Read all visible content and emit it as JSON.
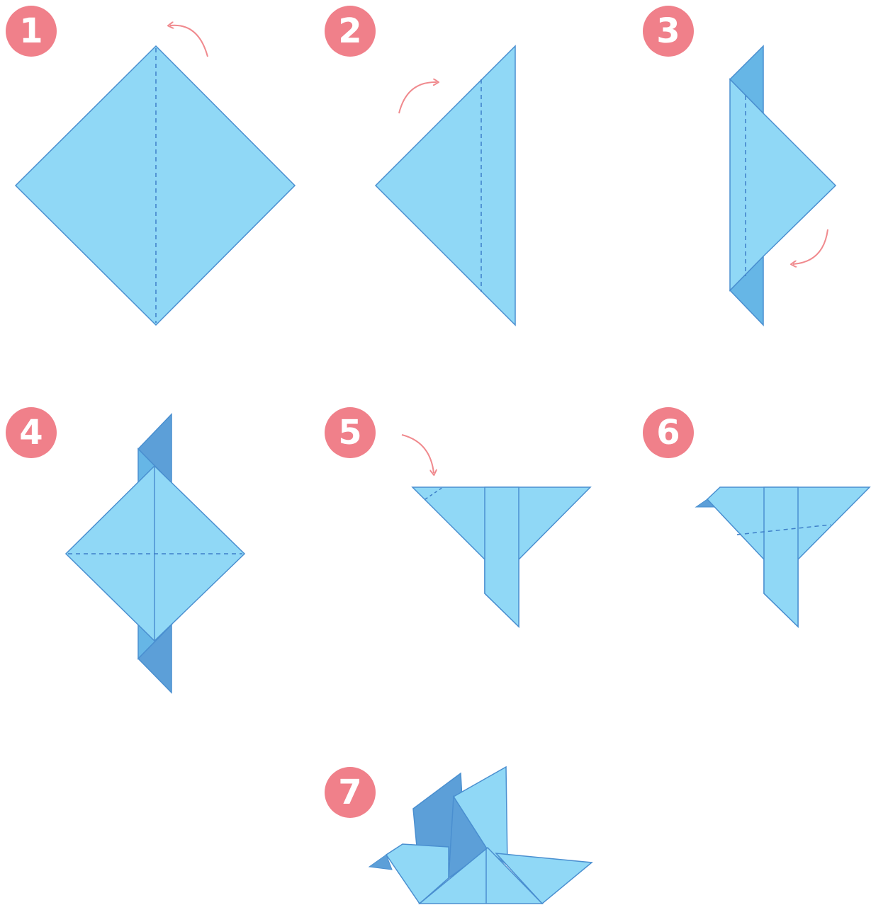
{
  "colors": {
    "paper_light": "#90D8F6",
    "paper_mid": "#66B6E6",
    "paper_dark": "#5C9FD8",
    "paper_edge": "#4A8FD0",
    "crease": "#3E7FC8",
    "arrow": "#F08A8E",
    "badge": "#F0808A",
    "badge_text": "#FFFFFF"
  },
  "steps": [
    {
      "number": "1",
      "arrow": "counter-clockwise"
    },
    {
      "number": "2",
      "arrow": "clockwise"
    },
    {
      "number": "3",
      "arrow": "clockwise"
    },
    {
      "number": "4",
      "arrow": ""
    },
    {
      "number": "5",
      "arrow": "clockwise"
    },
    {
      "number": "6",
      "arrow": ""
    },
    {
      "number": "7",
      "arrow": ""
    }
  ]
}
